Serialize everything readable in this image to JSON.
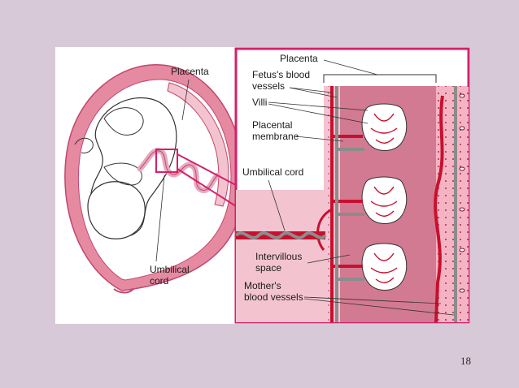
{
  "slide": {
    "page_number": "18"
  },
  "diagram": {
    "left_labels": {
      "placenta": "Placenta",
      "umbilical_cord": [
        "Umbilical",
        "cord"
      ]
    },
    "right_labels": {
      "placenta": "Placenta",
      "fetus_blood_vessels": [
        "Fetus's blood",
        "vessels"
      ],
      "villi": "Villi",
      "placental_membrane": [
        "Placental",
        "membrane"
      ],
      "umbilical_cord": "Umbilical cord",
      "intervillous_space": [
        "Intervillous",
        "space"
      ],
      "mothers_blood_vessels": [
        "Mother's",
        "blood vessels"
      ]
    },
    "colors": {
      "uterus": "#e58aa1",
      "tissue": "#f3c4d0",
      "artery_red": "#c8102e",
      "vein_gray": "#8c8c8c",
      "frame": "#d4206a"
    }
  }
}
